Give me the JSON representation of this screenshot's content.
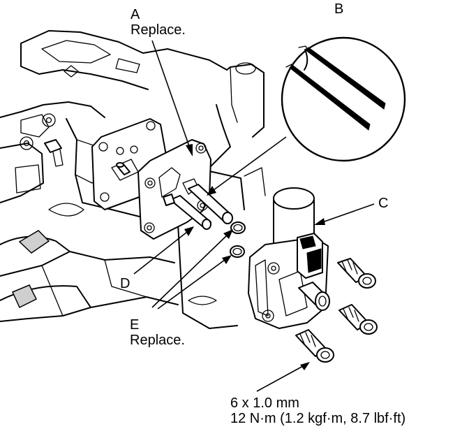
{
  "callouts": {
    "a": {
      "letter": "A",
      "note": "Replace."
    },
    "b": {
      "letter": "B"
    },
    "c": {
      "letter": "C"
    },
    "d": {
      "letter": "D"
    },
    "e": {
      "letter": "E",
      "note": "Replace."
    },
    "bolt_spec": {
      "size": "6 x 1.0 mm",
      "torque": "12 N·m (1.2 kgf·m, 8.7 lbf·ft)"
    }
  }
}
